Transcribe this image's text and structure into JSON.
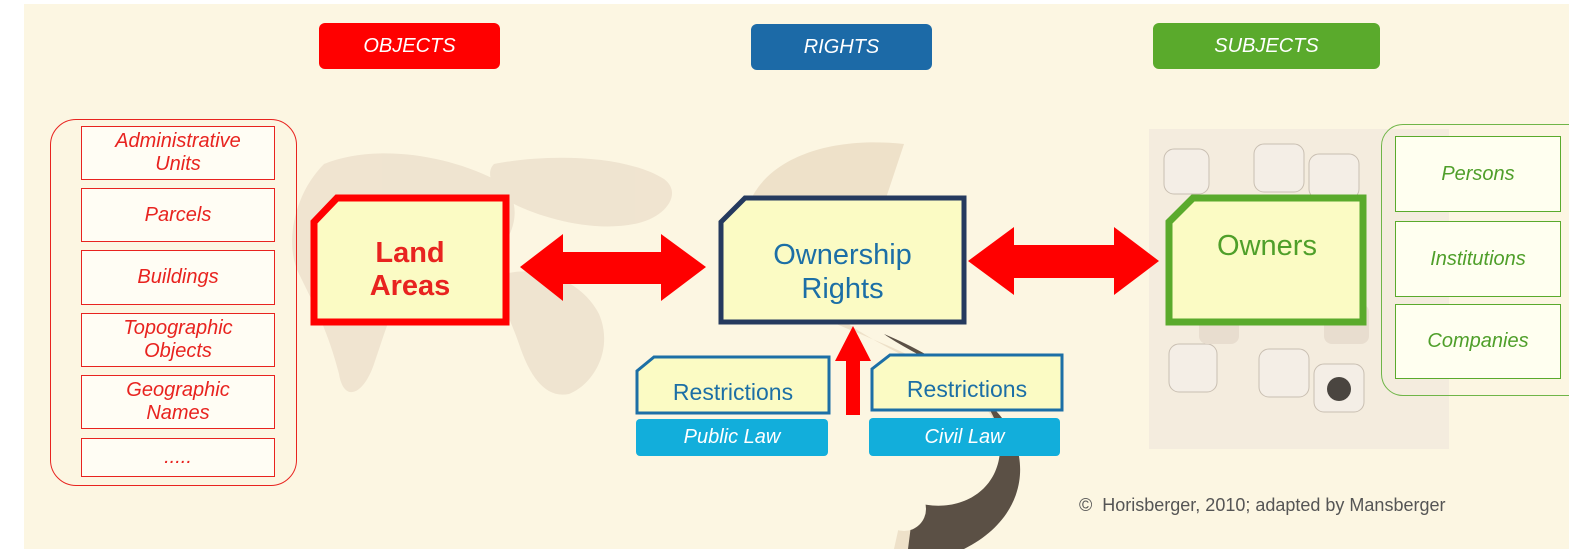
{
  "headers": {
    "objects": "OBJECTS",
    "rights": "RIGHTS",
    "subjects": "SUBJECTS"
  },
  "objects": [
    "Administrative Units",
    "Parcels",
    "Buildings",
    "Topographic Objects",
    "Geographic Names",
    "....."
  ],
  "nodes": {
    "land_line1": "Land",
    "land_line2": "Areas",
    "ownership_line1": "Ownership",
    "ownership_line2": "Rights",
    "owners": "Owners"
  },
  "restrictions": {
    "left_label": "Restrictions",
    "left_law": "Public Law",
    "right_label": "Restrictions",
    "right_law": "Civil Law"
  },
  "subjects": [
    "Persons",
    "Institutions",
    "Companies"
  ],
  "credit": "©  Horisberger, 2010; adapted by Mansberger",
  "colors": {
    "red": "#e8231f",
    "blue": "#1f6ca6",
    "navy": "#253a5e",
    "green": "#5aaa2c",
    "cyan": "#12aedb",
    "node_fill": "#fbfbc4",
    "background": "#fcf6e2"
  }
}
